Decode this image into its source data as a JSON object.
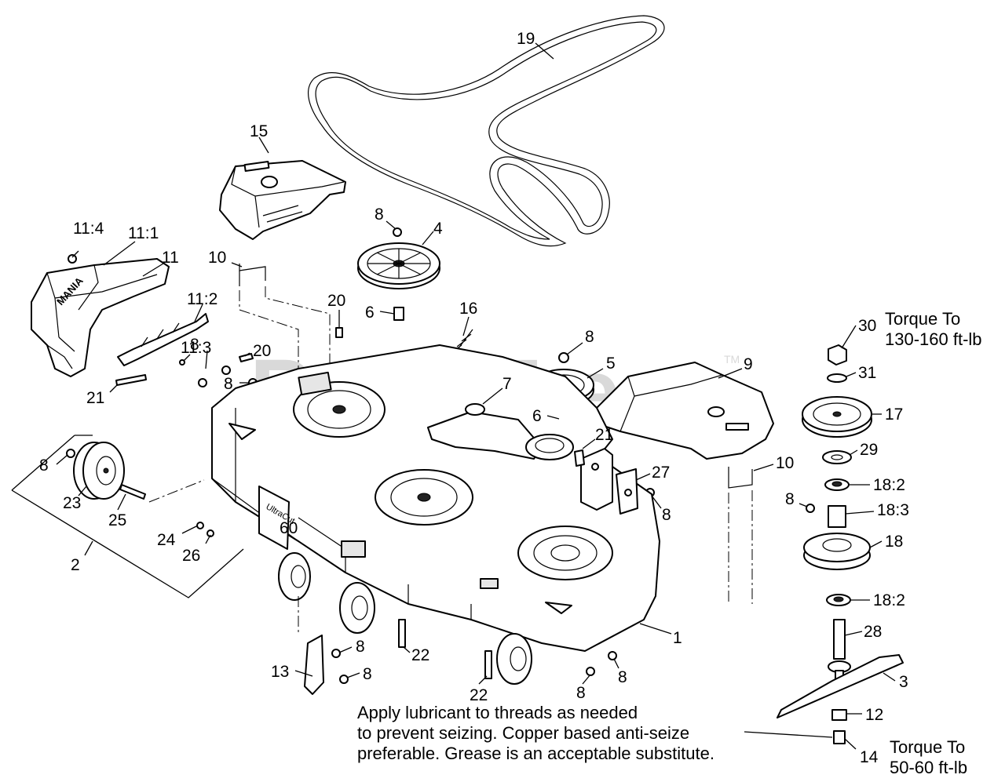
{
  "watermark": "PartsTree",
  "trademark": "TM",
  "deck_label": "60",
  "callouts": {
    "c19": "19",
    "c15": "15",
    "c4": "4",
    "c8_a": "8",
    "c11_4": "11:4",
    "c11_1": "11:1",
    "c11": "11",
    "c10_a": "10",
    "c20_a": "20",
    "c11_2": "11:2",
    "c6_a": "6",
    "c16": "16",
    "c8_b": "8",
    "c5": "5",
    "c9": "9",
    "c11_3": "11:3",
    "c8_c": "8",
    "c20_b": "20",
    "c8_d": "8",
    "c21_a": "21",
    "c7": "7",
    "c6_b": "6",
    "c21_b": "21",
    "c10_b": "10",
    "c27": "27",
    "c8_e": "8",
    "c8_f": "8",
    "c23": "23",
    "c25": "25",
    "c24": "24",
    "c26": "26",
    "c2": "2",
    "c1": "1",
    "c8_g": "8",
    "c13": "13",
    "c8_h": "8",
    "c22_a": "22",
    "c22_b": "22",
    "c8_i": "8",
    "c8_j": "8",
    "c30": "30",
    "c31": "31",
    "c17": "17",
    "c29": "29",
    "c18_2a": "18:2",
    "c8_k": "8",
    "c18_3": "18:3",
    "c18": "18",
    "c18_2b": "18:2",
    "c28": "28",
    "c3": "3",
    "c12": "12",
    "c14": "14"
  },
  "torque_top": {
    "line1": "Torque To",
    "line2": "130-160 ft-lb"
  },
  "torque_bottom": {
    "line1": "Torque To",
    "line2": "50-60 ft-lb"
  },
  "note": {
    "line1": "Apply lubricant to threads as needed",
    "line2": "to prevent seizing. Copper based anti-seize",
    "line3": "preferable. Grease is an acceptable substitute."
  }
}
